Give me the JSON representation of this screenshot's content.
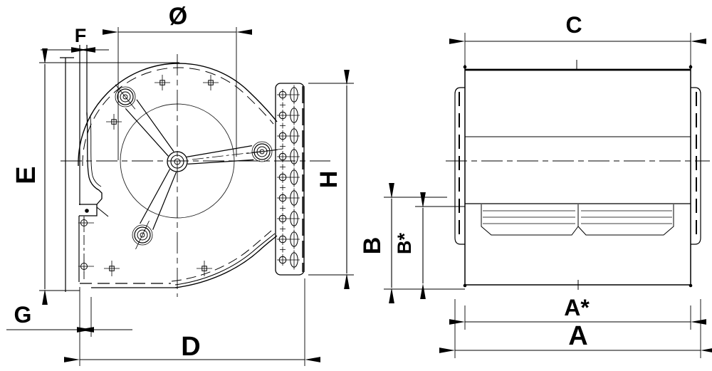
{
  "drawing": {
    "type": "technical-dimension-drawing",
    "subject": "Double-inlet centrifugal fan housing - side view (scroll) and front view with dimension letters",
    "views": {
      "side": {
        "name": "side view (scroll housing with impeller spider and discharge flange)"
      },
      "front": {
        "name": "front view (housing with dual inlet rings and outlet grille)"
      }
    },
    "dims": {
      "diameter": "Ø",
      "f": "F",
      "e": "E",
      "g": "G",
      "d": "D",
      "h": "H",
      "c": "C",
      "b": "B",
      "b_star": "B*",
      "a_star": "A*",
      "a": "A"
    },
    "colors": {
      "line": "#000000",
      "background": "#ffffff"
    }
  }
}
